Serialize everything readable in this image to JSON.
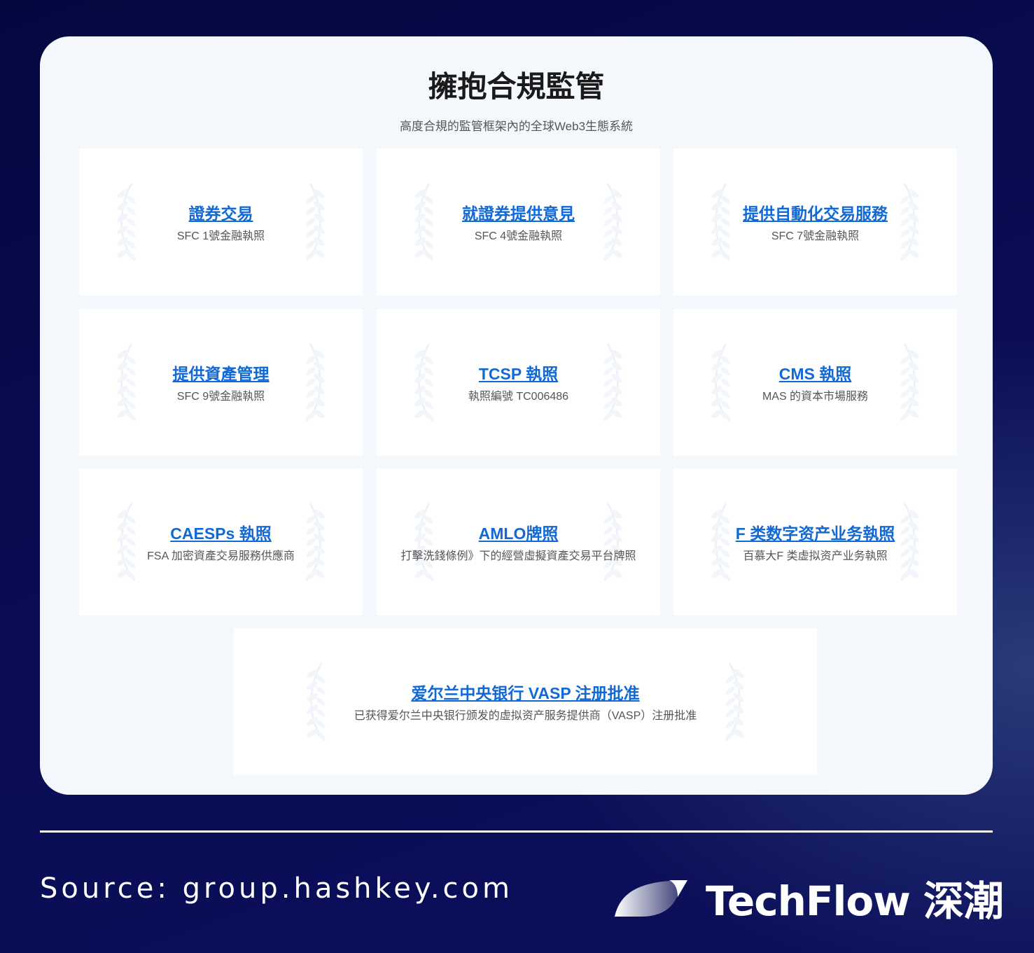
{
  "header": {
    "title": "擁抱合規監管",
    "subtitle": "高度合規的監管框架內的全球Web3生態系統"
  },
  "licenses": [
    {
      "title": "證券交易",
      "desc": "SFC 1號金融執照"
    },
    {
      "title": "就證券提供意見",
      "desc": "SFC 4號金融執照"
    },
    {
      "title": "提供自動化交易服務",
      "desc": "SFC 7號金融執照"
    },
    {
      "title": "提供資產管理",
      "desc": "SFC 9號金融執照"
    },
    {
      "title": "TCSP 執照",
      "desc": "執照編號 TC006486"
    },
    {
      "title": "CMS 執照",
      "desc": "MAS 的資本市場服務"
    },
    {
      "title": "CAESPs 執照",
      "desc": "FSA 加密資產交易服務供應商"
    },
    {
      "title": "AMLO牌照",
      "desc": "打擊洗錢條例》下的經營虛擬資產交易平台牌照"
    },
    {
      "title": "F 类数字资产业务執照",
      "desc": "百慕大F 类虚拟资产业务執照"
    },
    {
      "title": "爱尔兰中央银行 VASP 注册批准",
      "desc": "已获得爱尔兰中央银行颁发的虚拟资产服务提供商（VASP）注册批准"
    }
  ],
  "footer": {
    "source": "Source: group.hashkey.com",
    "brand": "TechFlow 深潮"
  }
}
